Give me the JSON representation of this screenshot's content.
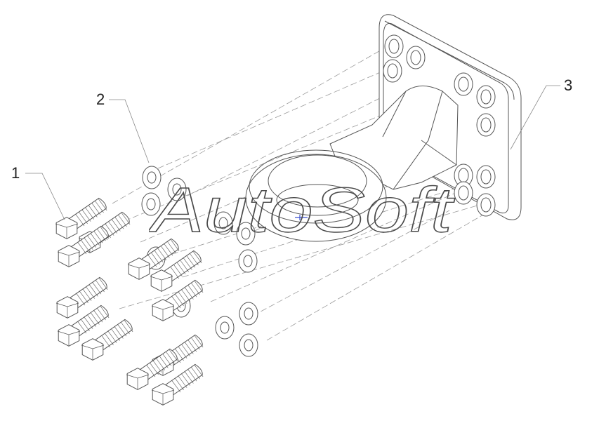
{
  "diagram": {
    "callouts": [
      {
        "id": "1",
        "label": "1"
      },
      {
        "id": "2",
        "label": "2"
      },
      {
        "id": "3",
        "label": "3"
      }
    ],
    "watermark_text": "AutoSoft",
    "colors": {
      "line": "#555555",
      "leader": "#888888",
      "dash": "#9a9a9a",
      "center_mark": "#3a4fd0"
    }
  }
}
